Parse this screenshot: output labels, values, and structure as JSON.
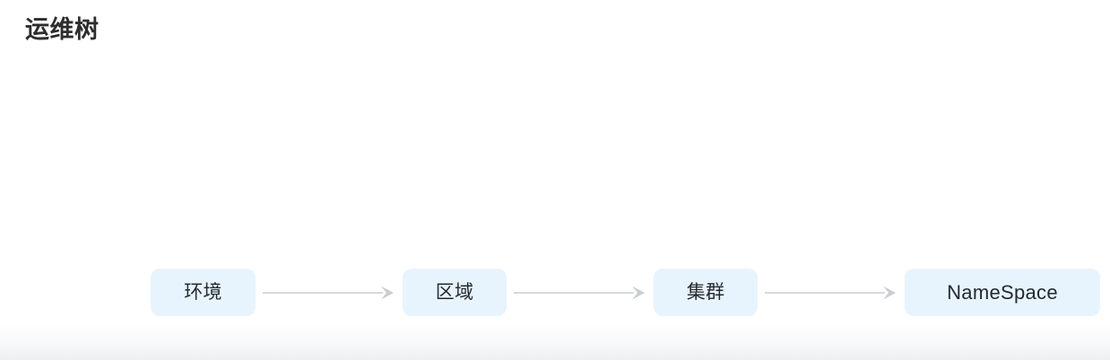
{
  "page": {
    "title": "运维树",
    "background_color": "#ffffff"
  },
  "theme": {
    "node_fill": "#e8f4fd",
    "node_text": "#24292f",
    "connector_color": "#c9cdd1",
    "title_color": "#2d2d2d"
  },
  "tree": {
    "orientation": "horizontal-left-to-right",
    "nodes": [
      {
        "id": "env",
        "label": "环境",
        "icon": "node-box-icon"
      },
      {
        "id": "zone",
        "label": "区域",
        "icon": "node-box-icon"
      },
      {
        "id": "cluster",
        "label": "集群",
        "icon": "node-box-icon"
      },
      {
        "id": "namespace",
        "label": "NameSpace",
        "icon": "node-box-icon"
      }
    ],
    "connectors": [
      {
        "id": "c1",
        "from": "env",
        "to": "zone",
        "icon": "arrow-right-icon"
      },
      {
        "id": "c2",
        "from": "zone",
        "to": "cluster",
        "icon": "arrow-right-icon"
      },
      {
        "id": "c3",
        "from": "cluster",
        "to": "namespace",
        "icon": "arrow-right-icon"
      }
    ]
  }
}
